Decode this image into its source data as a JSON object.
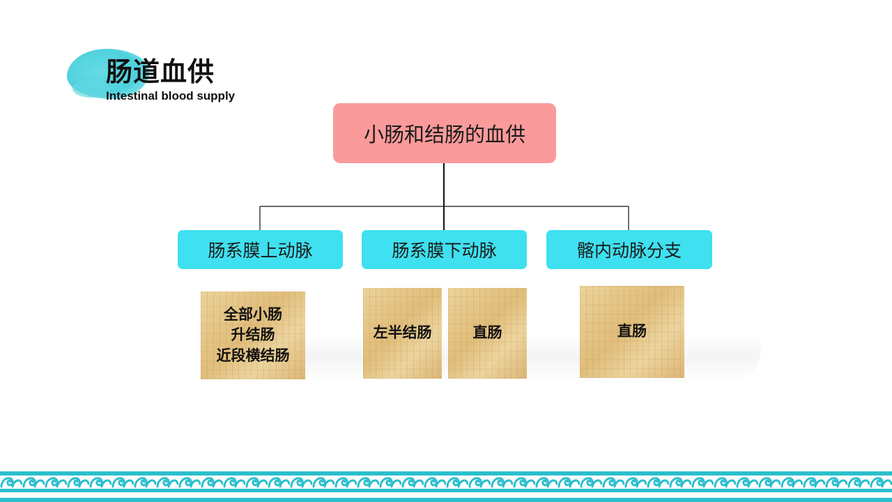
{
  "header": {
    "title": "肠道血供",
    "subtitle": "Intestinal blood supply"
  },
  "diagram": {
    "root": "小肠和结肠的血供",
    "branches": [
      {
        "label": "肠系膜上动脉",
        "targets": [
          {
            "lines": [
              "全部小肠",
              "升结肠",
              "近段横结肠"
            ]
          }
        ]
      },
      {
        "label": "肠系膜下动脉",
        "targets": [
          {
            "lines": [
              "左半结肠"
            ]
          },
          {
            "lines": [
              "直肠"
            ]
          }
        ]
      },
      {
        "label": "髂内动脉分支",
        "targets": [
          {
            "lines": [
              "直肠"
            ]
          }
        ]
      }
    ]
  },
  "colors": {
    "root_box": "#fb9a9a",
    "branch_box": "#3fe0ef",
    "accent": "#2bbfcc",
    "papyrus": "#e7c98a"
  },
  "icons": [
    "brush-stroke-decoration",
    "wave-pattern-border"
  ]
}
